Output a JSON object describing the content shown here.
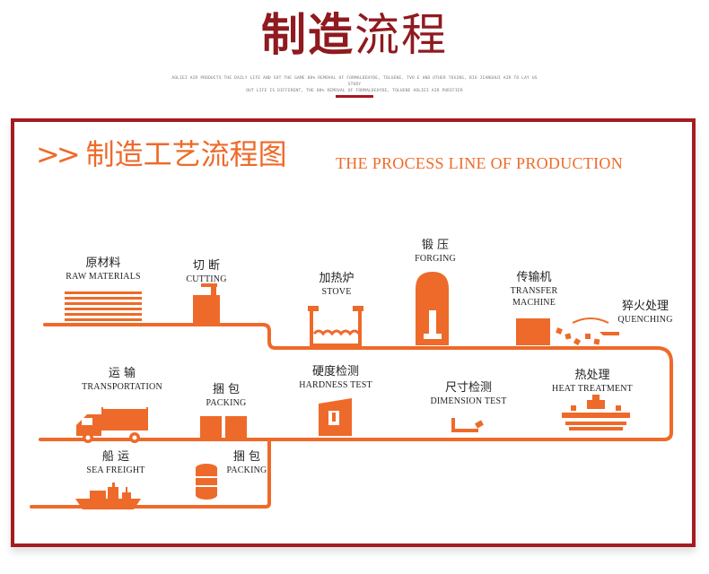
{
  "header": {
    "title_bold": "制造",
    "title_light": "流程",
    "subtext_line1": "AOLIEI AIR PRODUCTS THE DAILY LIFE AND SOT THE GAME 88% REMOVAL OF FORMALDEHYDE, TOLUENE, TVO E AND OTHER TOXINS, BIO JIANGHUI AIR TO LAY US STUDY",
    "subtext_line2": "OUT LIFE IS DIFFERENT, THE 88% REMOVAL OF FORMALDEHYDE, TOLUENE AOLIEI AIR PURIFIER"
  },
  "diagram": {
    "chevrons": ">>",
    "title": "制造工艺流程图",
    "subtitle": "THE PROCESS LINE OF PRODUCTION",
    "accent_color": "#ee6a2a",
    "frame_color": "#a41c22",
    "steps": [
      {
        "zh": "原材料",
        "en": "RAW MATERIALS",
        "icon": "raw-materials-icon"
      },
      {
        "zh": "切 断",
        "en": "CUTTING",
        "icon": "cutting-machine-icon"
      },
      {
        "zh": "加热炉",
        "en": "STOVE",
        "icon": "stove-icon"
      },
      {
        "zh": "锻 压",
        "en": "FORGING",
        "icon": "forging-press-icon"
      },
      {
        "zh": "传输机",
        "en": "TRANSFER MACHINE",
        "icon": "transfer-machine-icon"
      },
      {
        "zh": "猝火处理",
        "en": "QUENCHING",
        "icon": "quenching-icon"
      },
      {
        "zh": "热处理",
        "en": "HEAT TREATMENT",
        "icon": "heat-treatment-icon"
      },
      {
        "zh": "尺寸检测",
        "en": "DIMENSION TEST",
        "icon": "dimension-gauge-icon"
      },
      {
        "zh": "硬度检测",
        "en": "HARDNESS TEST",
        "icon": "hardness-tester-icon"
      },
      {
        "zh": "捆 包",
        "en": "PACKING",
        "icon": "packing-box-icon"
      },
      {
        "zh": "运 输",
        "en": "TRANSPORTATION",
        "icon": "truck-icon"
      },
      {
        "zh": "捆 包",
        "en": "PACKING",
        "icon": "barrel-stack-icon"
      },
      {
        "zh": "船 运",
        "en": "SEA FREIGHT",
        "icon": "ship-icon"
      }
    ]
  }
}
